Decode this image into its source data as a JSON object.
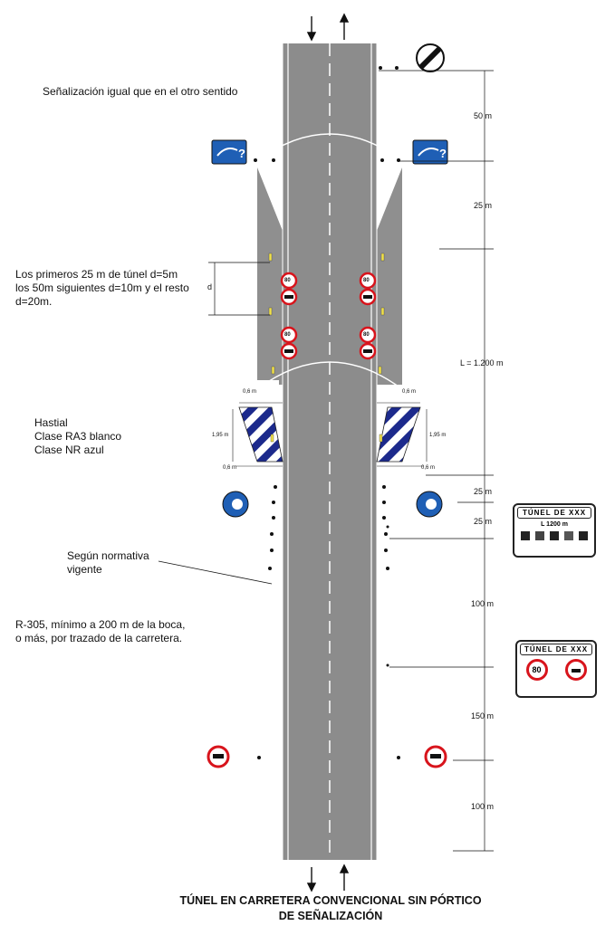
{
  "title": {
    "line1": "TÚNEL EN CARRETERA CONVENCIONAL SIN PÓRTICO",
    "line2": "DE SEÑALIZACIÓN"
  },
  "notes": {
    "same_signals": "Señalización igual que en el otro sentido",
    "marker_spacing_1": "Los primeros 25 m de túnel d=5m",
    "marker_spacing_2": "los 50m siguientes d=10m y el resto",
    "marker_spacing_3": "d=20m.",
    "d_label": "d",
    "hastial_1": "Hastial",
    "hastial_2": "Clase RA3 blanco",
    "hastial_3": "Clase NR azul",
    "normativa_1": "Según normativa",
    "normativa_2": "vigente",
    "r305_1": "R-305, mínimo a 200 m de la boca,",
    "r305_2": "o más, por trazado de la carretera."
  },
  "dimensions": {
    "d50_top": "50 m",
    "d25_a": "25 m",
    "length": "L = 1.200 m",
    "d25_b": "25 m",
    "d25_c": "25 m",
    "d100_a": "100 m",
    "d150": "150 m",
    "d100_b": "100 m",
    "w_left_top": "0,6 m",
    "w_right_top": "0,6 m",
    "h_left": "1,95 m",
    "h_right": "1,95 m",
    "w_left_bot": "0,6 m",
    "w_right_bot": "0,6 m"
  },
  "panel_upper": {
    "header": "TÚNEL DE XXX",
    "length_text": "L 1200 m"
  },
  "panel_lower": {
    "header": "TÚNEL DE XXX",
    "speed": "80"
  },
  "signs": {
    "speed_value": "80"
  },
  "colors": {
    "road": "#8c8c8c",
    "tunnel": "#8f8f8f",
    "sign_blue": "#1f5fb5",
    "sign_red": "#d8141c",
    "hastial_blue": "#1c2a8c",
    "marker_yellow": "#f2e24a"
  }
}
